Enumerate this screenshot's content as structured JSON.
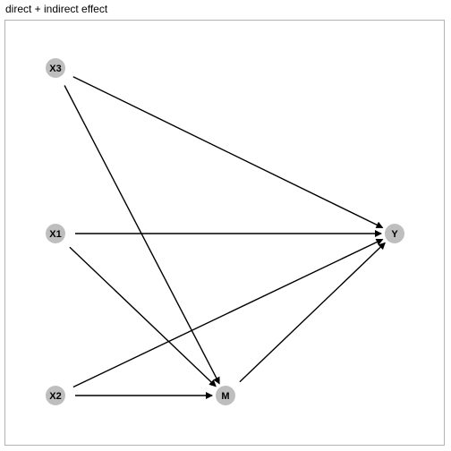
{
  "title": "direct + indirect effect",
  "nodes": {
    "X3": "X3",
    "X1": "X1",
    "X2": "X2",
    "M": "M",
    "Y": "Y"
  },
  "edges": [
    {
      "from": "X3",
      "to": "Y"
    },
    {
      "from": "X3",
      "to": "M"
    },
    {
      "from": "X1",
      "to": "Y"
    },
    {
      "from": "X1",
      "to": "M"
    },
    {
      "from": "X2",
      "to": "Y"
    },
    {
      "from": "X2",
      "to": "M"
    },
    {
      "from": "M",
      "to": "Y"
    }
  ],
  "colors": {
    "node_fill": "#bebebe",
    "edge": "#000000",
    "panel_border": "#b3b3b3",
    "background": "#ffffff"
  }
}
